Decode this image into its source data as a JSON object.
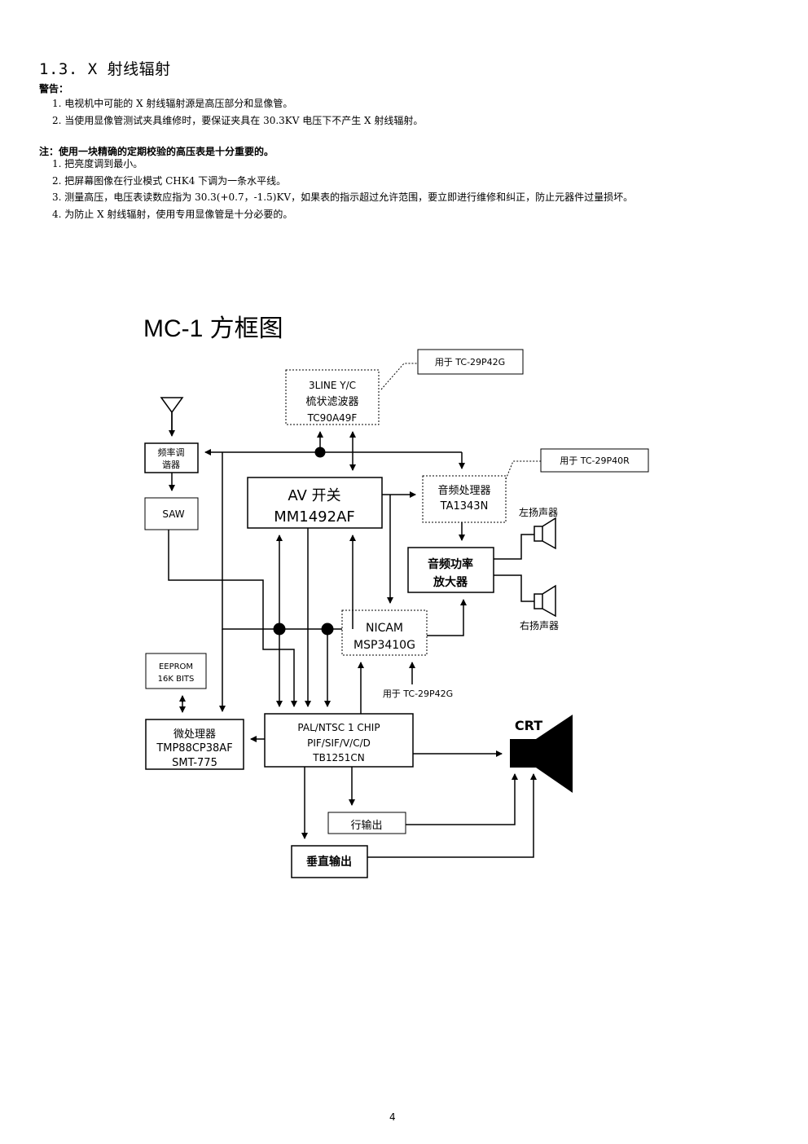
{
  "section": {
    "heading": "1.3.   X 射线辐射",
    "warning_title": "警告：",
    "warning_items": [
      "1. 电视机中可能的 X 射线辐射源是高压部分和显像管。",
      "2. 当使用显像管测试夹具维修时，要保证夹具在 30.3KV 电压下不产生 X 射线辐射。"
    ],
    "note_title": "注：使用一块精确的定期校验的高压表是十分重要的。",
    "note_items": [
      "1. 把亮度调到最小。",
      "2. 把屏幕图像在行业模式 CHK4 下调为一条水平线。",
      "3. 测量高压，电压表读数应指为 30.3(+0.7，-1.5)KV，如果表的指示超过允许范围，要立即进行维修和纠正，防止元器件过量损坏。",
      "4. 为防止 X 射线辐射，使用专用显像管是十分必要的。"
    ]
  },
  "diagram": {
    "title": "MC-1 方框图",
    "comb_filter": {
      "line1": "3LINE  Y/C",
      "line2": "梳状滤波器",
      "line3": "TC90A49F"
    },
    "callout_tc29p42g": "用于 TC-29P42G",
    "callout_tc29p40r": "用于 TC-29P40R",
    "tuner": {
      "line1": "频率调",
      "line2": "谐器"
    },
    "saw": "SAW",
    "av_switch": {
      "line1": "AV  开关",
      "line2": "MM1492AF"
    },
    "audio_processor": {
      "line1": "音频处理器",
      "line2": "TA1343N"
    },
    "audio_amp": {
      "line1": "音频功率",
      "line2": "放大器"
    },
    "left_speaker": "左扬声器",
    "right_speaker": "右扬声器",
    "nicam": {
      "line1": "NICAM",
      "line2": "MSP3410G"
    },
    "nicam_note": "用于 TC-29P42G",
    "eeprom": {
      "line1": "EEPROM",
      "line2": "16K  BITS"
    },
    "mcu": {
      "line1": "微处理器",
      "line2": "TMP88CP38AF",
      "line3": "SMT-775"
    },
    "chip": {
      "line1": "PAL/NTSC   1   CHIP",
      "line2": "PIF/SIF/V/C/D",
      "line3": "TB1251CN"
    },
    "crt": "CRT",
    "h_out": "行输出",
    "v_out": "垂直输出"
  },
  "page_number": "4"
}
